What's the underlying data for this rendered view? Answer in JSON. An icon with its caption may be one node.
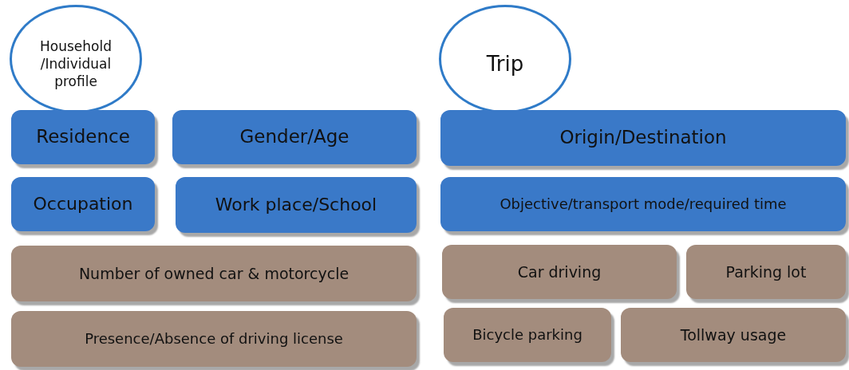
{
  "diagram": {
    "nodes": [
      {
        "text": [
          "Household /Individual profile"
        ]
      },
      {
        "text": [
          "Residence"
        ]
      },
      {
        "text": [
          "Gender/Age"
        ]
      },
      {
        "text": [
          "Occupation"
        ]
      },
      {
        "text": [
          "Work place/School"
        ]
      },
      {
        "text": [
          "Number of owned car & motorcycle"
        ]
      },
      {
        "text": [
          "Presence/Absence of driving license"
        ]
      },
      {
        "text": [
          "Trip"
        ]
      },
      {
        "text": [
          "Origin/Destination"
        ]
      },
      {
        "text": [
          "Objective/transport mode/required time"
        ]
      },
      {
        "text": [
          "Car driving"
        ]
      },
      {
        "text": [
          "Parking lot"
        ]
      },
      {
        "text": [
          "Bicycle parking"
        ]
      },
      {
        "text": [
          "Tollway usage"
        ]
      }
    ]
  }
}
